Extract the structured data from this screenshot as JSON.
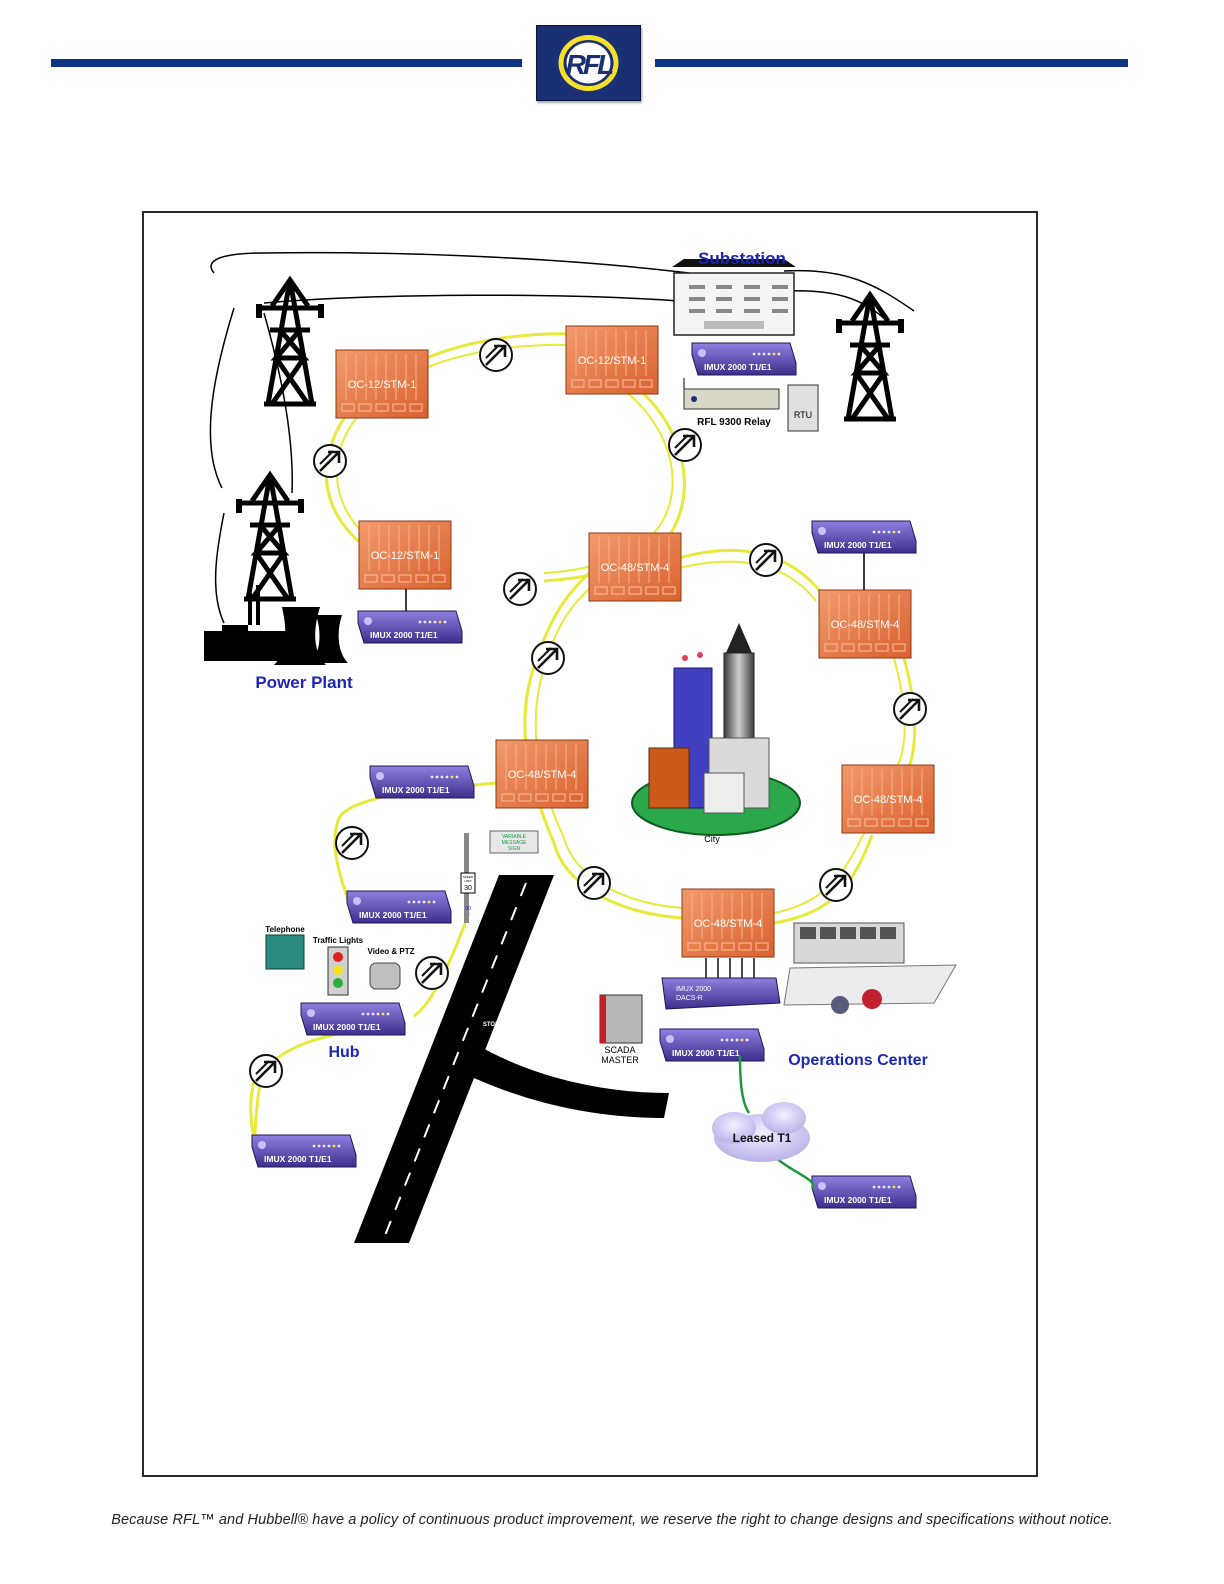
{
  "header": {
    "logo_text": "RFL",
    "colors": {
      "rule": "#0d3583",
      "logo_bg": "#1a2f74",
      "logo_ring": "#f5e02a"
    }
  },
  "diagram": {
    "sonet_nodes": [
      {
        "id": "n1",
        "label": "OC-12/STM-1"
      },
      {
        "id": "n2",
        "label": "OC-12/STM-1"
      },
      {
        "id": "n3",
        "label": "OC-12/STM-1"
      },
      {
        "id": "n4",
        "label": "OC-48/STM-4"
      },
      {
        "id": "n5",
        "label": "OC-48/STM-4"
      },
      {
        "id": "n6",
        "label": "OC-48/STM-4"
      },
      {
        "id": "n7",
        "label": "OC-48/STM-4"
      },
      {
        "id": "n8",
        "label": "OC-48/STM-4"
      }
    ],
    "imux_units": [
      {
        "id": "m1",
        "label": "IMUX 2000 T1/E1"
      },
      {
        "id": "m2",
        "label": "IMUX 2000 T1/E1"
      },
      {
        "id": "m3",
        "label": "IMUX 2000 T1/E1"
      },
      {
        "id": "m4",
        "label": "IMUX 2000 T1/E1"
      },
      {
        "id": "m5",
        "label": "IMUX 2000 T1/E1"
      },
      {
        "id": "m6",
        "label": "IMUX 2000 T1/E1"
      },
      {
        "id": "m7",
        "label": "IMUX 2000 T1/E1"
      },
      {
        "id": "m8",
        "label": "IMUX 2000 T1/E1"
      },
      {
        "id": "m9",
        "label": "IMUX 2000 T1/E1"
      }
    ],
    "dacs": {
      "line1": "IMUX 2000",
      "line2": "DACS-R"
    },
    "sites": {
      "substation": "Substation",
      "power_plant": "Power Plant",
      "hub": "Hub",
      "operations_center": "Operations Center",
      "city": "City"
    },
    "equipment": {
      "relay": "RFL 9300 Relay",
      "rtu": "RTU",
      "telephone": "Telephone",
      "traffic_lights": "Traffic Lights",
      "video": "Video & PTZ",
      "scada_line1": "SCADA",
      "scada_line2": "MASTER",
      "leased": "Leased T1",
      "sign_line1": "VARIABLE",
      "sign_line2": "MESSAGE",
      "sign_line3": "SIGN",
      "speed_line1": "SPEED",
      "speed_line2": "LIMIT",
      "speed_value": "30",
      "interstate": "90",
      "stop": "STOP"
    },
    "colors": {
      "fiber": "#e9e93a",
      "node": "#e8794a",
      "imux": "#6a5ab8",
      "site_label": "#1c27b8",
      "leased_line": "#1e9a3c"
    }
  },
  "footer": {
    "text": "Because RFL™ and Hubbell® have a policy of continuous product improvement, we reserve the right to change designs and specifications without notice."
  }
}
